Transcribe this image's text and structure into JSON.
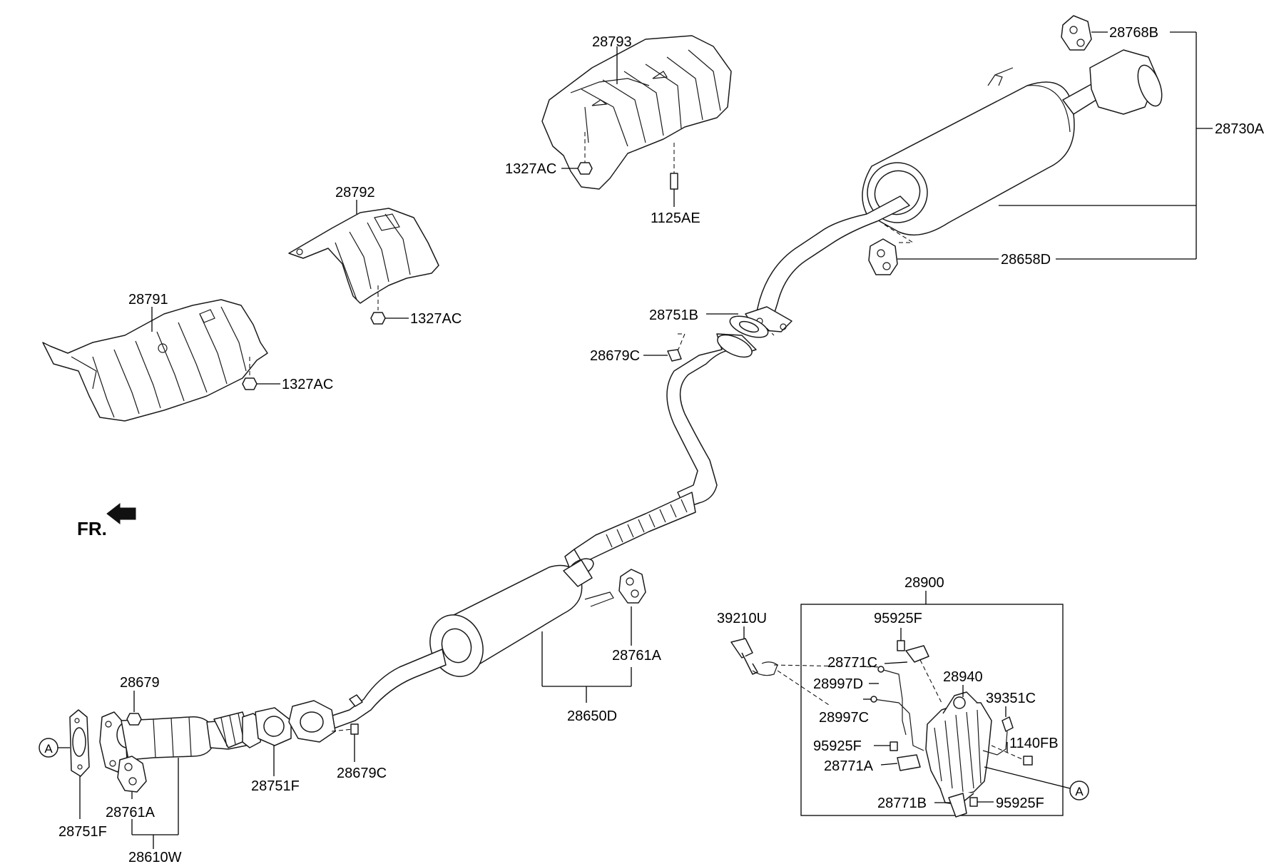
{
  "orientation": {
    "label": "FR."
  },
  "callouts": {
    "a_left": "A",
    "a_right": "A"
  },
  "parts": {
    "p28793": "28793",
    "p1327AC_top": "1327AC",
    "p1125AE": "1125AE",
    "p28792": "28792",
    "p1327AC_mid": "1327AC",
    "p28791": "28791",
    "p1327AC_left": "1327AC",
    "p28768B": "28768B",
    "p28730A": "28730A",
    "p28658D": "28658D",
    "p28751B": "28751B",
    "p28679C_top": "28679C",
    "p28761A_mid": "28761A",
    "p28650D": "28650D",
    "p28679_low": "28679",
    "p28751F_left": "28751F",
    "p28761A_low": "28761A",
    "p28610W": "28610W",
    "p28751F_mid": "28751F",
    "p28679C_low": "28679C",
    "p28900": "28900",
    "p39210U": "39210U",
    "p95925F_top": "95925F",
    "p28771C": "28771C",
    "p28997D": "28997D",
    "p28997C": "28997C",
    "p95925F_mid": "95925F",
    "p28771A": "28771A",
    "p28771B": "28771B",
    "p28940": "28940",
    "p39351C": "39351C",
    "p1140FB": "1140FB",
    "p95925F_low": "95925F"
  }
}
